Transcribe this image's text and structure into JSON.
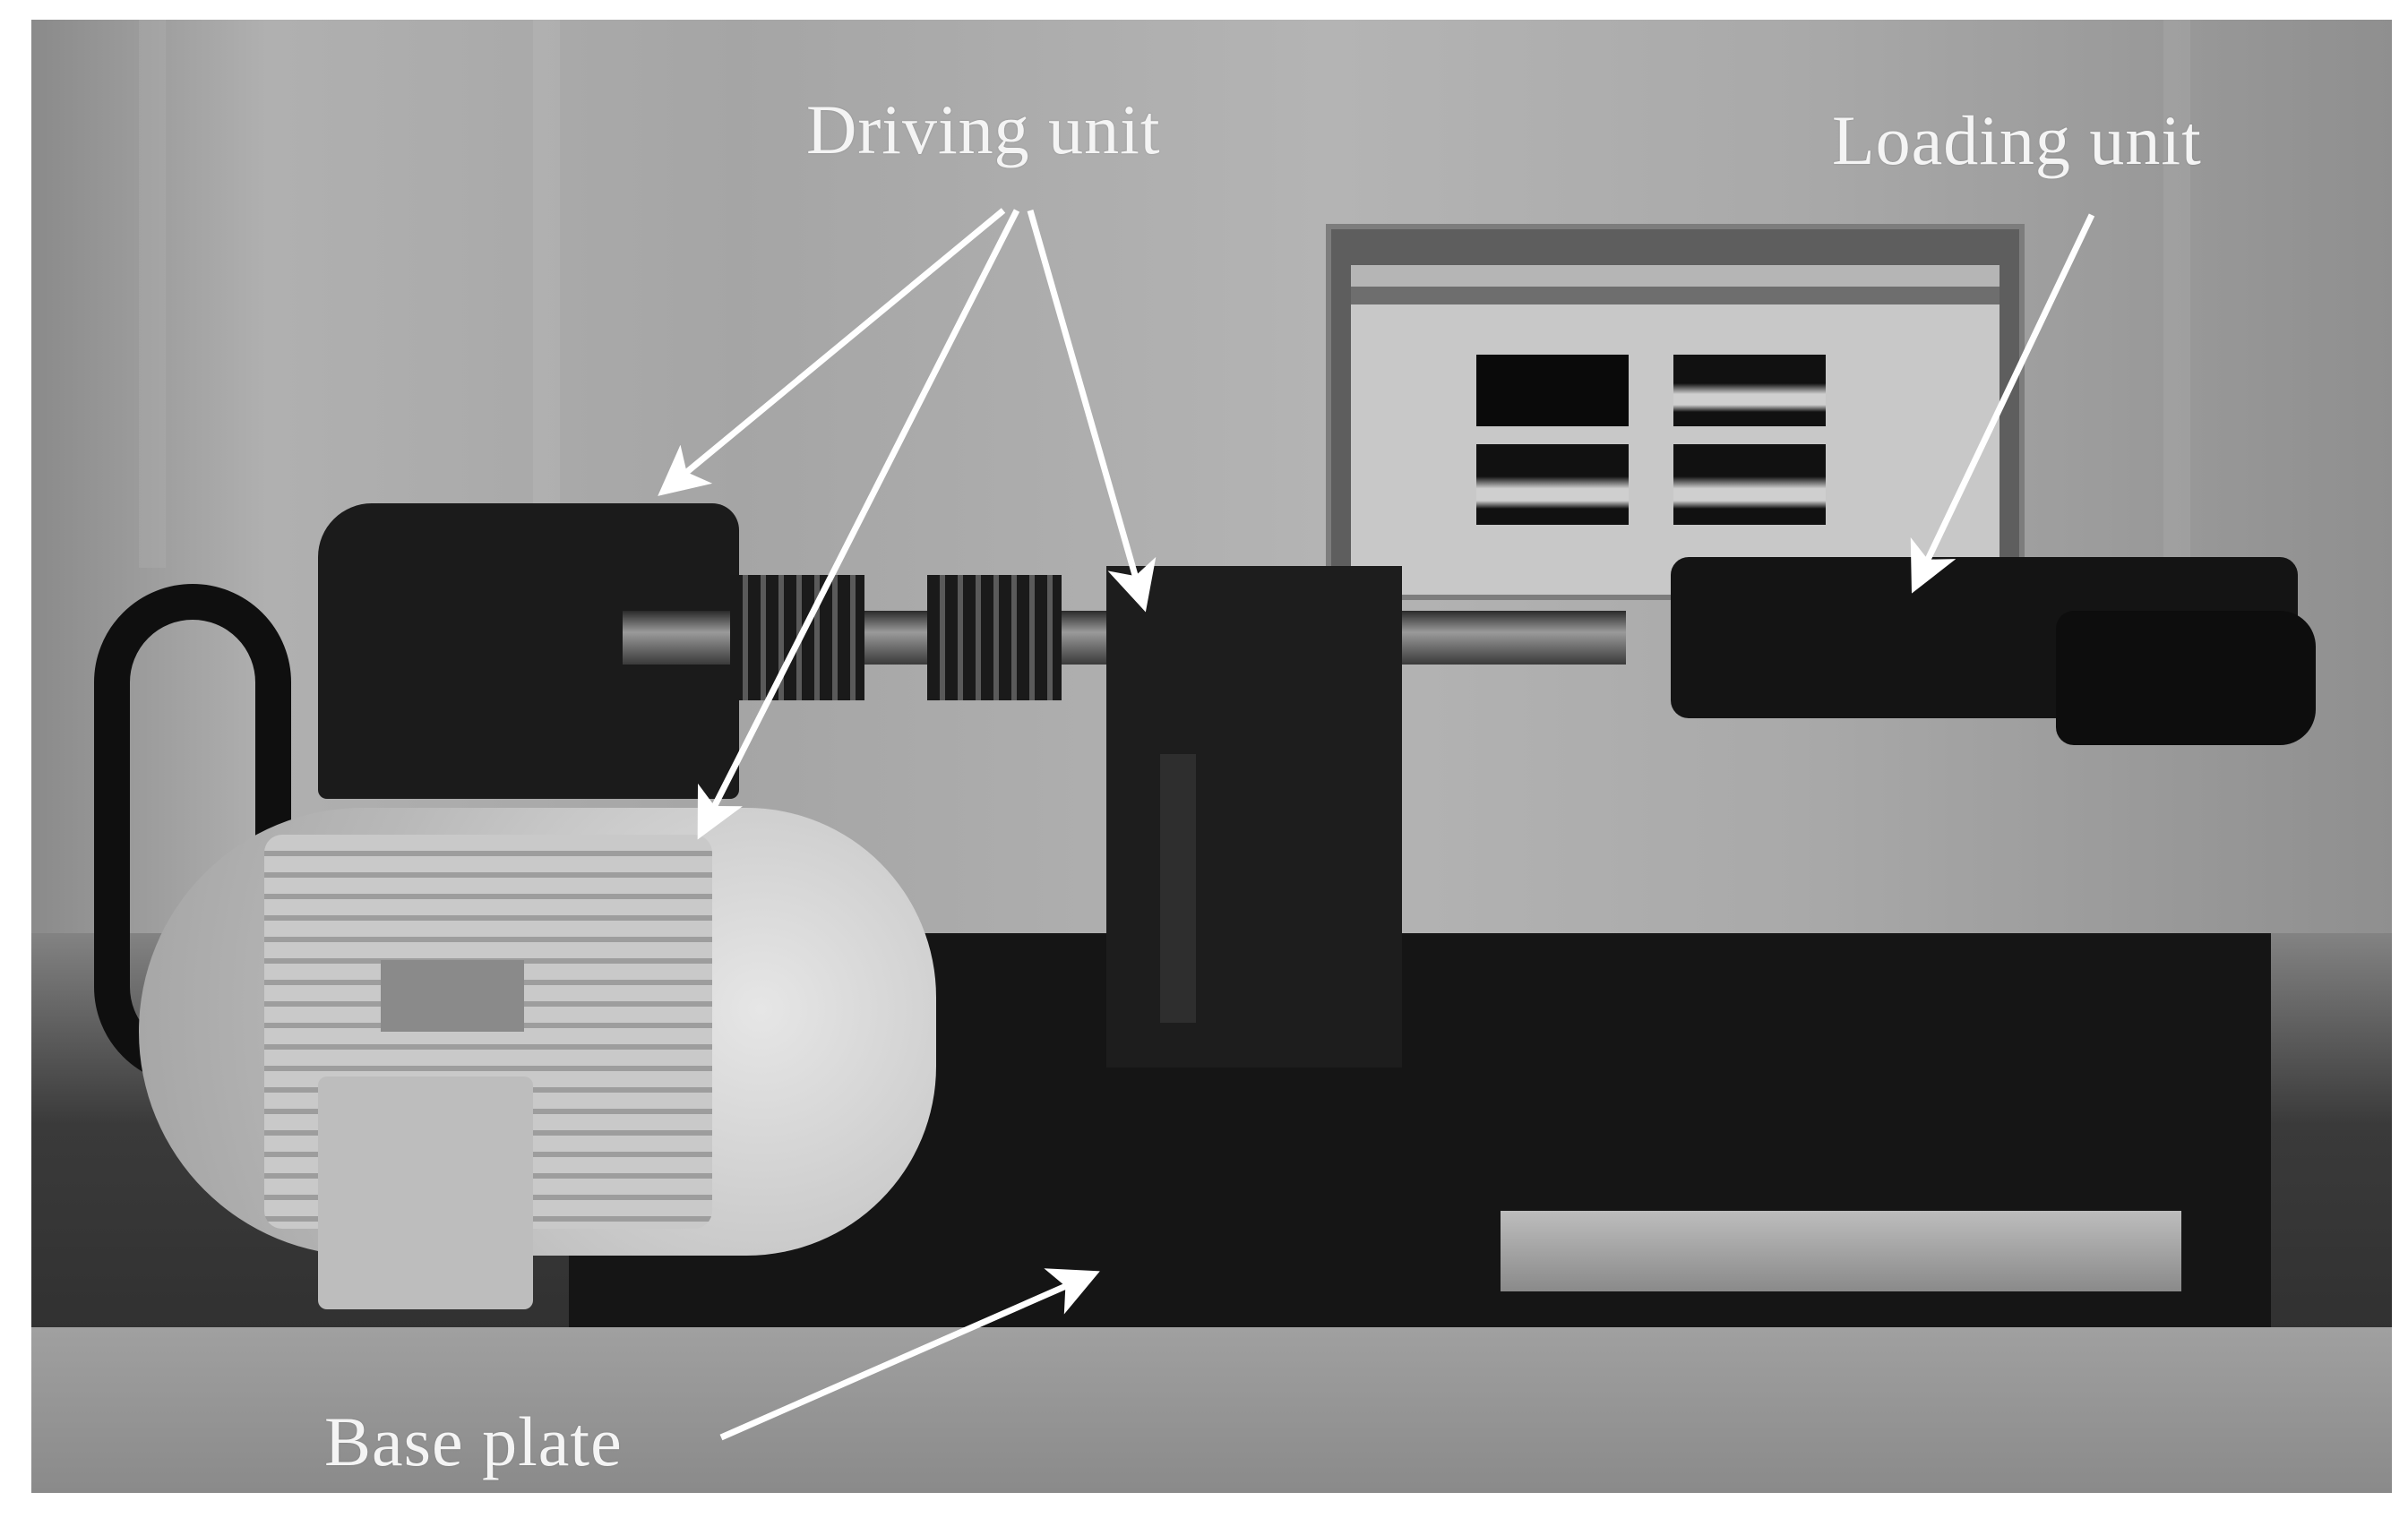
{
  "figure": {
    "description": "Grayscale photograph of a mechanical test rig with annotation arrows",
    "labels": {
      "driving_unit": "Driving unit",
      "loading_unit": "Loading unit",
      "base_plate": "Base plate"
    },
    "arrow_color": "#ffffff",
    "label_color": "#f4f4f4",
    "background_color": "#ffffff"
  }
}
